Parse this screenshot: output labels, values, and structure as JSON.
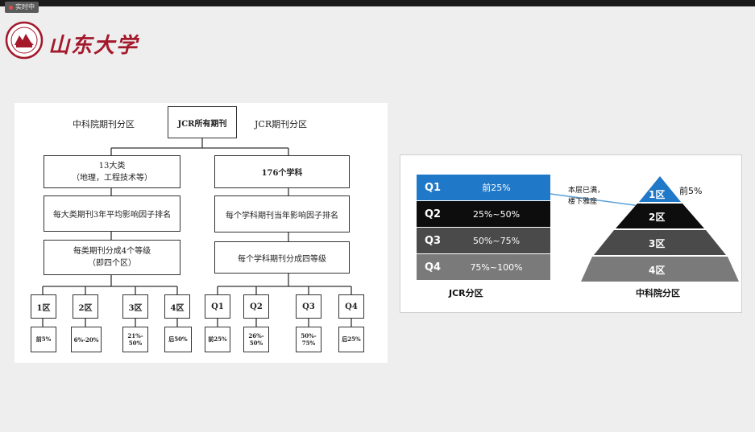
{
  "presenter": {
    "name": "实时中"
  },
  "university": {
    "name": "山东大学"
  },
  "left_diagram": {
    "cas_label": "中科院期刊分区",
    "jcr_root": "JCR所有期刊",
    "jcr_label": "JCR期刊分区",
    "cas_categories": "13大类\n（地理，工程技术等）",
    "jcr_subjects": "176个学科",
    "cas_rank": "每大类期刊3年平均影响因子排名",
    "jcr_rank": "每个学科期刊当年影响因子排名",
    "cas_split": "每类期刊分成4个等级\n（即四个区）",
    "jcr_split": "每个学科期刊分成四等级",
    "cas_zones": [
      "1区",
      "2区",
      "3区",
      "4区"
    ],
    "cas_ranges": [
      "前5%",
      "6%-20%",
      "21%-\n50%",
      "后50%"
    ],
    "jcr_zones": [
      "Q1",
      "Q2",
      "Q3",
      "Q4"
    ],
    "jcr_ranges": [
      "前25%",
      "26%-\n50%",
      "50%-\n75%",
      "后25%"
    ]
  },
  "right_diagram": {
    "jcr_rows": [
      {
        "q": "Q1",
        "range": "前25%",
        "color": "#1f78c8"
      },
      {
        "q": "Q2",
        "range": "25%~50%",
        "color": "#0d0d0d"
      },
      {
        "q": "Q3",
        "range": "50%~75%",
        "color": "#4a4a4a"
      },
      {
        "q": "Q4",
        "range": "75%~100%",
        "color": "#7a7a7a"
      }
    ],
    "jcr_caption": "JCR分区",
    "annotation": "本层已满，\n楼下雅座",
    "pyramid_levels": [
      "1区",
      "2区",
      "3区",
      "4区"
    ],
    "pyramid_top_note": "前5%",
    "cas_caption": "中科院分区",
    "colors": {
      "blue": "#1f78c8",
      "black": "#0d0d0d",
      "dark_gray": "#4a4a4a",
      "gray": "#7a7a7a"
    }
  }
}
